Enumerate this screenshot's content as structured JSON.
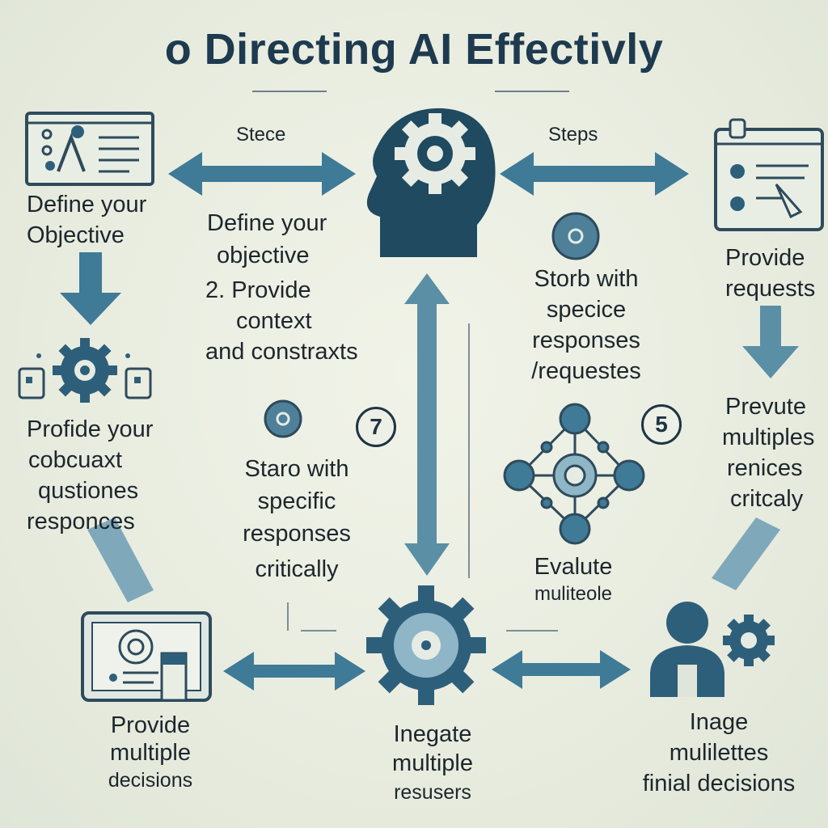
{
  "title": "o Directing AI Effectivly",
  "steps_top_left": "Stece",
  "steps_top_right": "Steps",
  "labels": {
    "top_left": [
      "Define your",
      "Objective"
    ],
    "center_top": [
      "Define your",
      "objective"
    ],
    "center_list": [
      "2. Provide",
      "context",
      "and constraxts"
    ],
    "right_top_mid": [
      "Storb with",
      "specice",
      "responses",
      "/requestes"
    ],
    "top_right": [
      "Provide",
      "requests"
    ],
    "mid_left": [
      "Profide your",
      "cobcuaxt",
      "qustiones",
      "responces"
    ],
    "center_mid": [
      "Staro with",
      "specific",
      "responses",
      "critically"
    ],
    "mid_right": [
      "Prevute",
      "multiples",
      "renices",
      "critcaly"
    ],
    "evaluate": [
      "Evalute",
      "muliteole"
    ],
    "bottom_left": [
      "Provide",
      "multiple",
      "decisions"
    ],
    "bottom_center": [
      "Inegate",
      "multiple",
      "resusers"
    ],
    "bottom_right": [
      "Inage",
      "mulilettes",
      "finial decisions"
    ]
  },
  "numbers": {
    "seven": "7",
    "five": "5"
  },
  "colors": {
    "primary": "#2e5f7a",
    "accent": "#5b8fa6",
    "light": "#8fb6c7",
    "dark": "#1f3442"
  }
}
